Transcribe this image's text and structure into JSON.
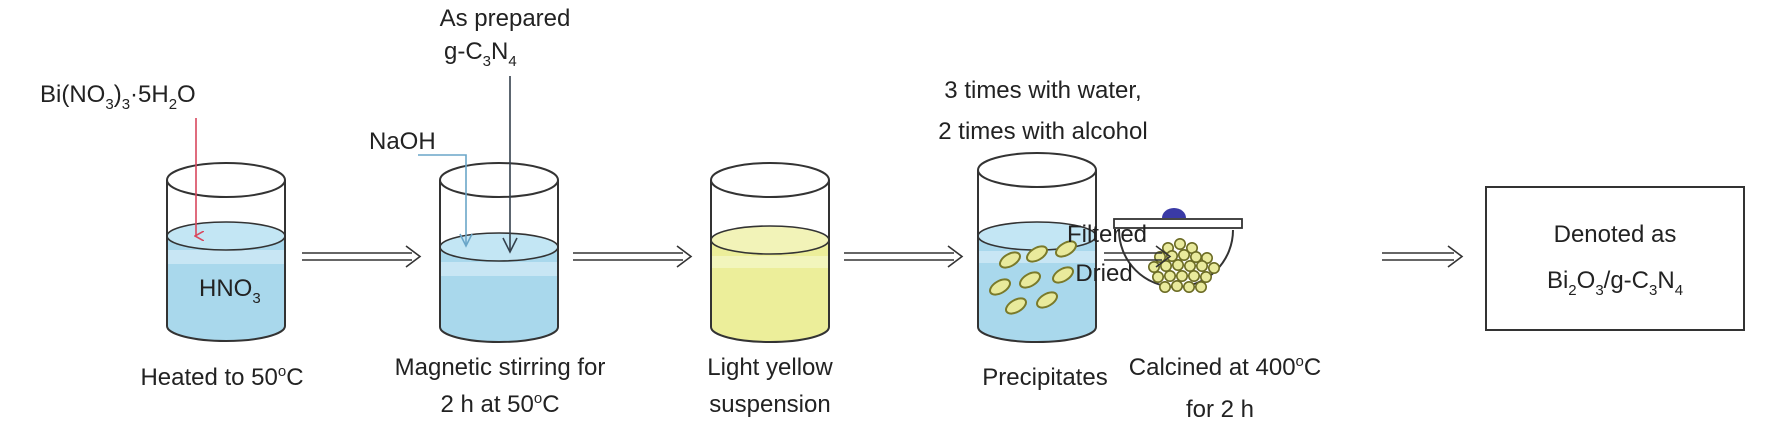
{
  "reagents": {
    "bismuth_nitrate": {
      "parts": [
        {
          "text": "Bi(NO",
          "role": "normal"
        },
        {
          "text": "3",
          "role": "sub"
        },
        {
          "text": ")",
          "role": "normal"
        },
        {
          "text": "3",
          "role": "sub"
        },
        {
          "text": "·5H",
          "role": "normal"
        },
        {
          "text": "2",
          "role": "sub"
        },
        {
          "text": "O",
          "role": "normal"
        }
      ]
    },
    "as_prepared_line1": "As prepared",
    "gcn": {
      "parts": [
        {
          "text": "g-C",
          "role": "normal"
        },
        {
          "text": "3",
          "role": "sub"
        },
        {
          "text": "N",
          "role": "normal"
        },
        {
          "text": "4",
          "role": "sub"
        }
      ]
    },
    "naoh": "NaOH",
    "hno3": {
      "parts": [
        {
          "text": "HNO",
          "role": "normal"
        },
        {
          "text": "3",
          "role": "sub"
        }
      ]
    }
  },
  "wash": {
    "line1": "3 times with water,",
    "line2": "2 times with alcohol"
  },
  "filter": {
    "line1": "Filtered",
    "line2": "Dried"
  },
  "steps": [
    {
      "lines": [
        {
          "parts": [
            {
              "text": "Heated to 50",
              "role": "normal"
            },
            {
              "text": "o",
              "role": "sup"
            },
            {
              "text": "C",
              "role": "normal"
            }
          ]
        }
      ]
    },
    {
      "lines": [
        {
          "parts": [
            {
              "text": "Magnetic  stirring for",
              "role": "normal"
            }
          ]
        },
        {
          "parts": [
            {
              "text": "2 h at 50",
              "role": "normal"
            },
            {
              "text": "o",
              "role": "sup"
            },
            {
              "text": "C",
              "role": "normal"
            }
          ]
        }
      ]
    },
    {
      "lines": [
        {
          "parts": [
            {
              "text": "Light yellow",
              "role": "normal"
            }
          ]
        },
        {
          "parts": [
            {
              "text": "suspension",
              "role": "normal"
            }
          ]
        }
      ]
    },
    {
      "lines": [
        {
          "parts": [
            {
              "text": "Precipitates",
              "role": "normal"
            }
          ]
        }
      ]
    },
    {
      "lines": [
        {
          "parts": [
            {
              "text": "Calcined at 400",
              "role": "normal"
            },
            {
              "text": "o",
              "role": "sup"
            },
            {
              "text": "C",
              "role": "normal"
            }
          ]
        },
        {
          "parts": [
            {
              "text": "for 2 h",
              "role": "normal"
            }
          ]
        }
      ]
    }
  ],
  "result": {
    "line1": "Denoted as",
    "line2": {
      "parts": [
        {
          "text": "Bi",
          "role": "normal"
        },
        {
          "text": "2",
          "role": "sub"
        },
        {
          "text": "O",
          "role": "normal"
        },
        {
          "text": "3",
          "role": "sub"
        },
        {
          "text": "/g-C",
          "role": "normal"
        },
        {
          "text": "3",
          "role": "sub"
        },
        {
          "text": "N",
          "role": "normal"
        },
        {
          "text": "4",
          "role": "sub"
        }
      ]
    }
  },
  "colors": {
    "solution_blue": "#a9d8ec",
    "solution_band": "#cfeaf6",
    "suspension_yellow": "#ecee9a",
    "suspension_band": "#f4f6c4",
    "pellet_fill": "#e9ea9c",
    "pellet_stroke": "#7a7a2a",
    "red_arrow": "#d9485e",
    "naoh_arrow": "#6aa6c8",
    "gcn_arrow": "#34404c",
    "crucible_knob": "#3a3aa6",
    "outline": "#333333"
  }
}
